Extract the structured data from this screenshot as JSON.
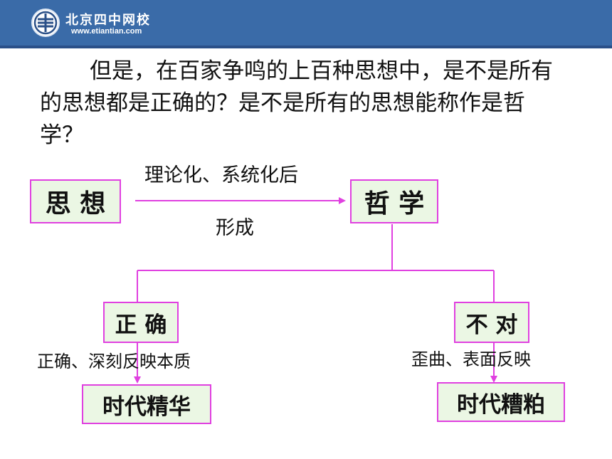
{
  "header": {
    "school_name": "北京四中网校",
    "url": "www.etiantian.com"
  },
  "intro_text": "但是，在百家争鸣的上百种思想中，是不是所有的思想都是正确的？是不是所有的思想能称作是哲学？",
  "nodes": {
    "thought": "思 想",
    "philosophy": "哲 学",
    "correct": "正 确",
    "incorrect": "不 对",
    "essence": "时代精华",
    "dross": "时代糟粕"
  },
  "edge_labels": {
    "process": "理论化、系统化后",
    "form": "形成",
    "correct_desc": "正确、深刻反映本质",
    "incorrect_desc": "歪曲、表面反映"
  },
  "colors": {
    "header_bg": "#3a6ba8",
    "box_fill": "#ebf7e4",
    "accent": "#e040e0"
  }
}
